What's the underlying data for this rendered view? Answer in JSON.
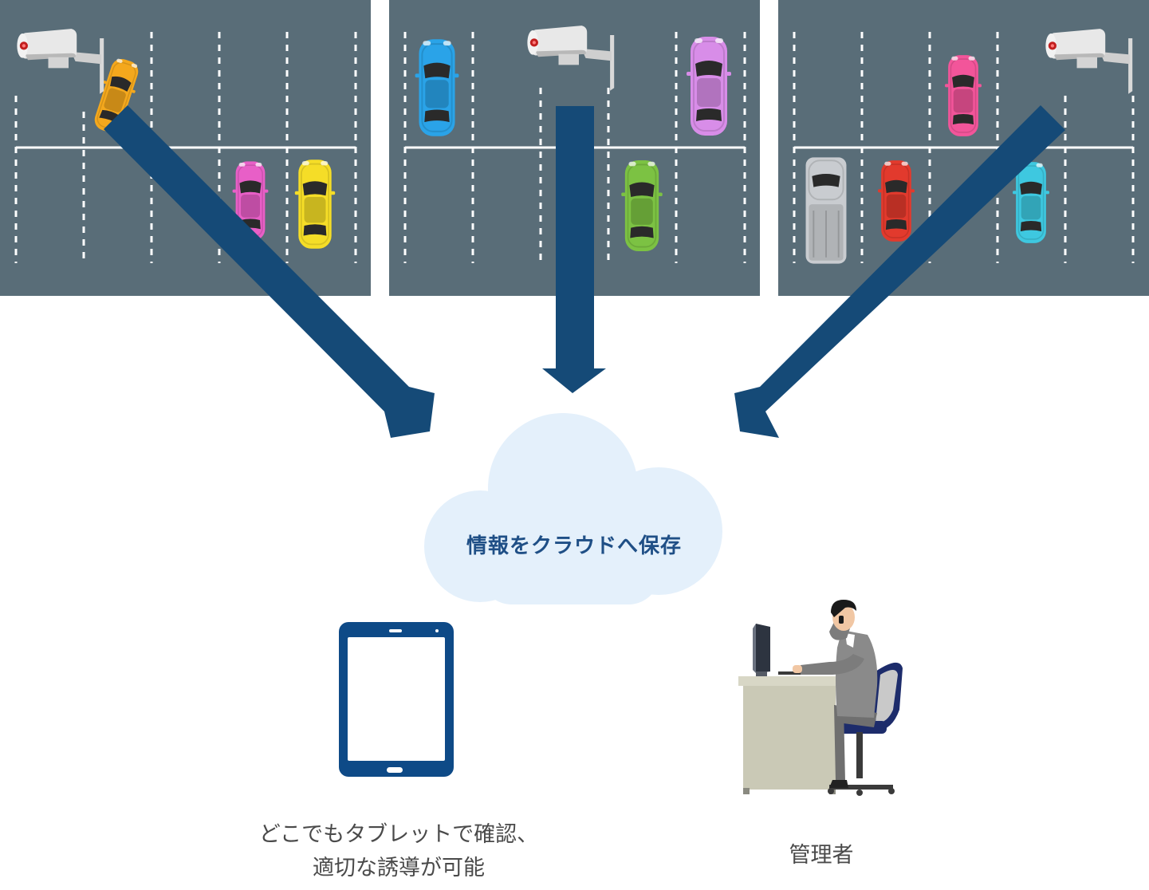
{
  "cloud": {
    "label": "情報をクラウドへ保存"
  },
  "tablet": {
    "caption_line1": "どこでもタブレットで確認、",
    "caption_line2": "適切な誘導が可能"
  },
  "admin": {
    "caption": "管理者"
  },
  "colors": {
    "lot_asphalt": "#596d78",
    "lot_lines": "#ffffff",
    "arrow": "#154a77",
    "cloud": "#e4f0fb",
    "tablet_frame": "#0e4a87",
    "desk": "#cac9b6",
    "chair": "#1d2c6b",
    "suit": "#8a8a8a"
  },
  "icons": [
    "security-camera-icon",
    "car-icon",
    "cloud-icon",
    "tablet-icon",
    "office-worker-icon"
  ]
}
